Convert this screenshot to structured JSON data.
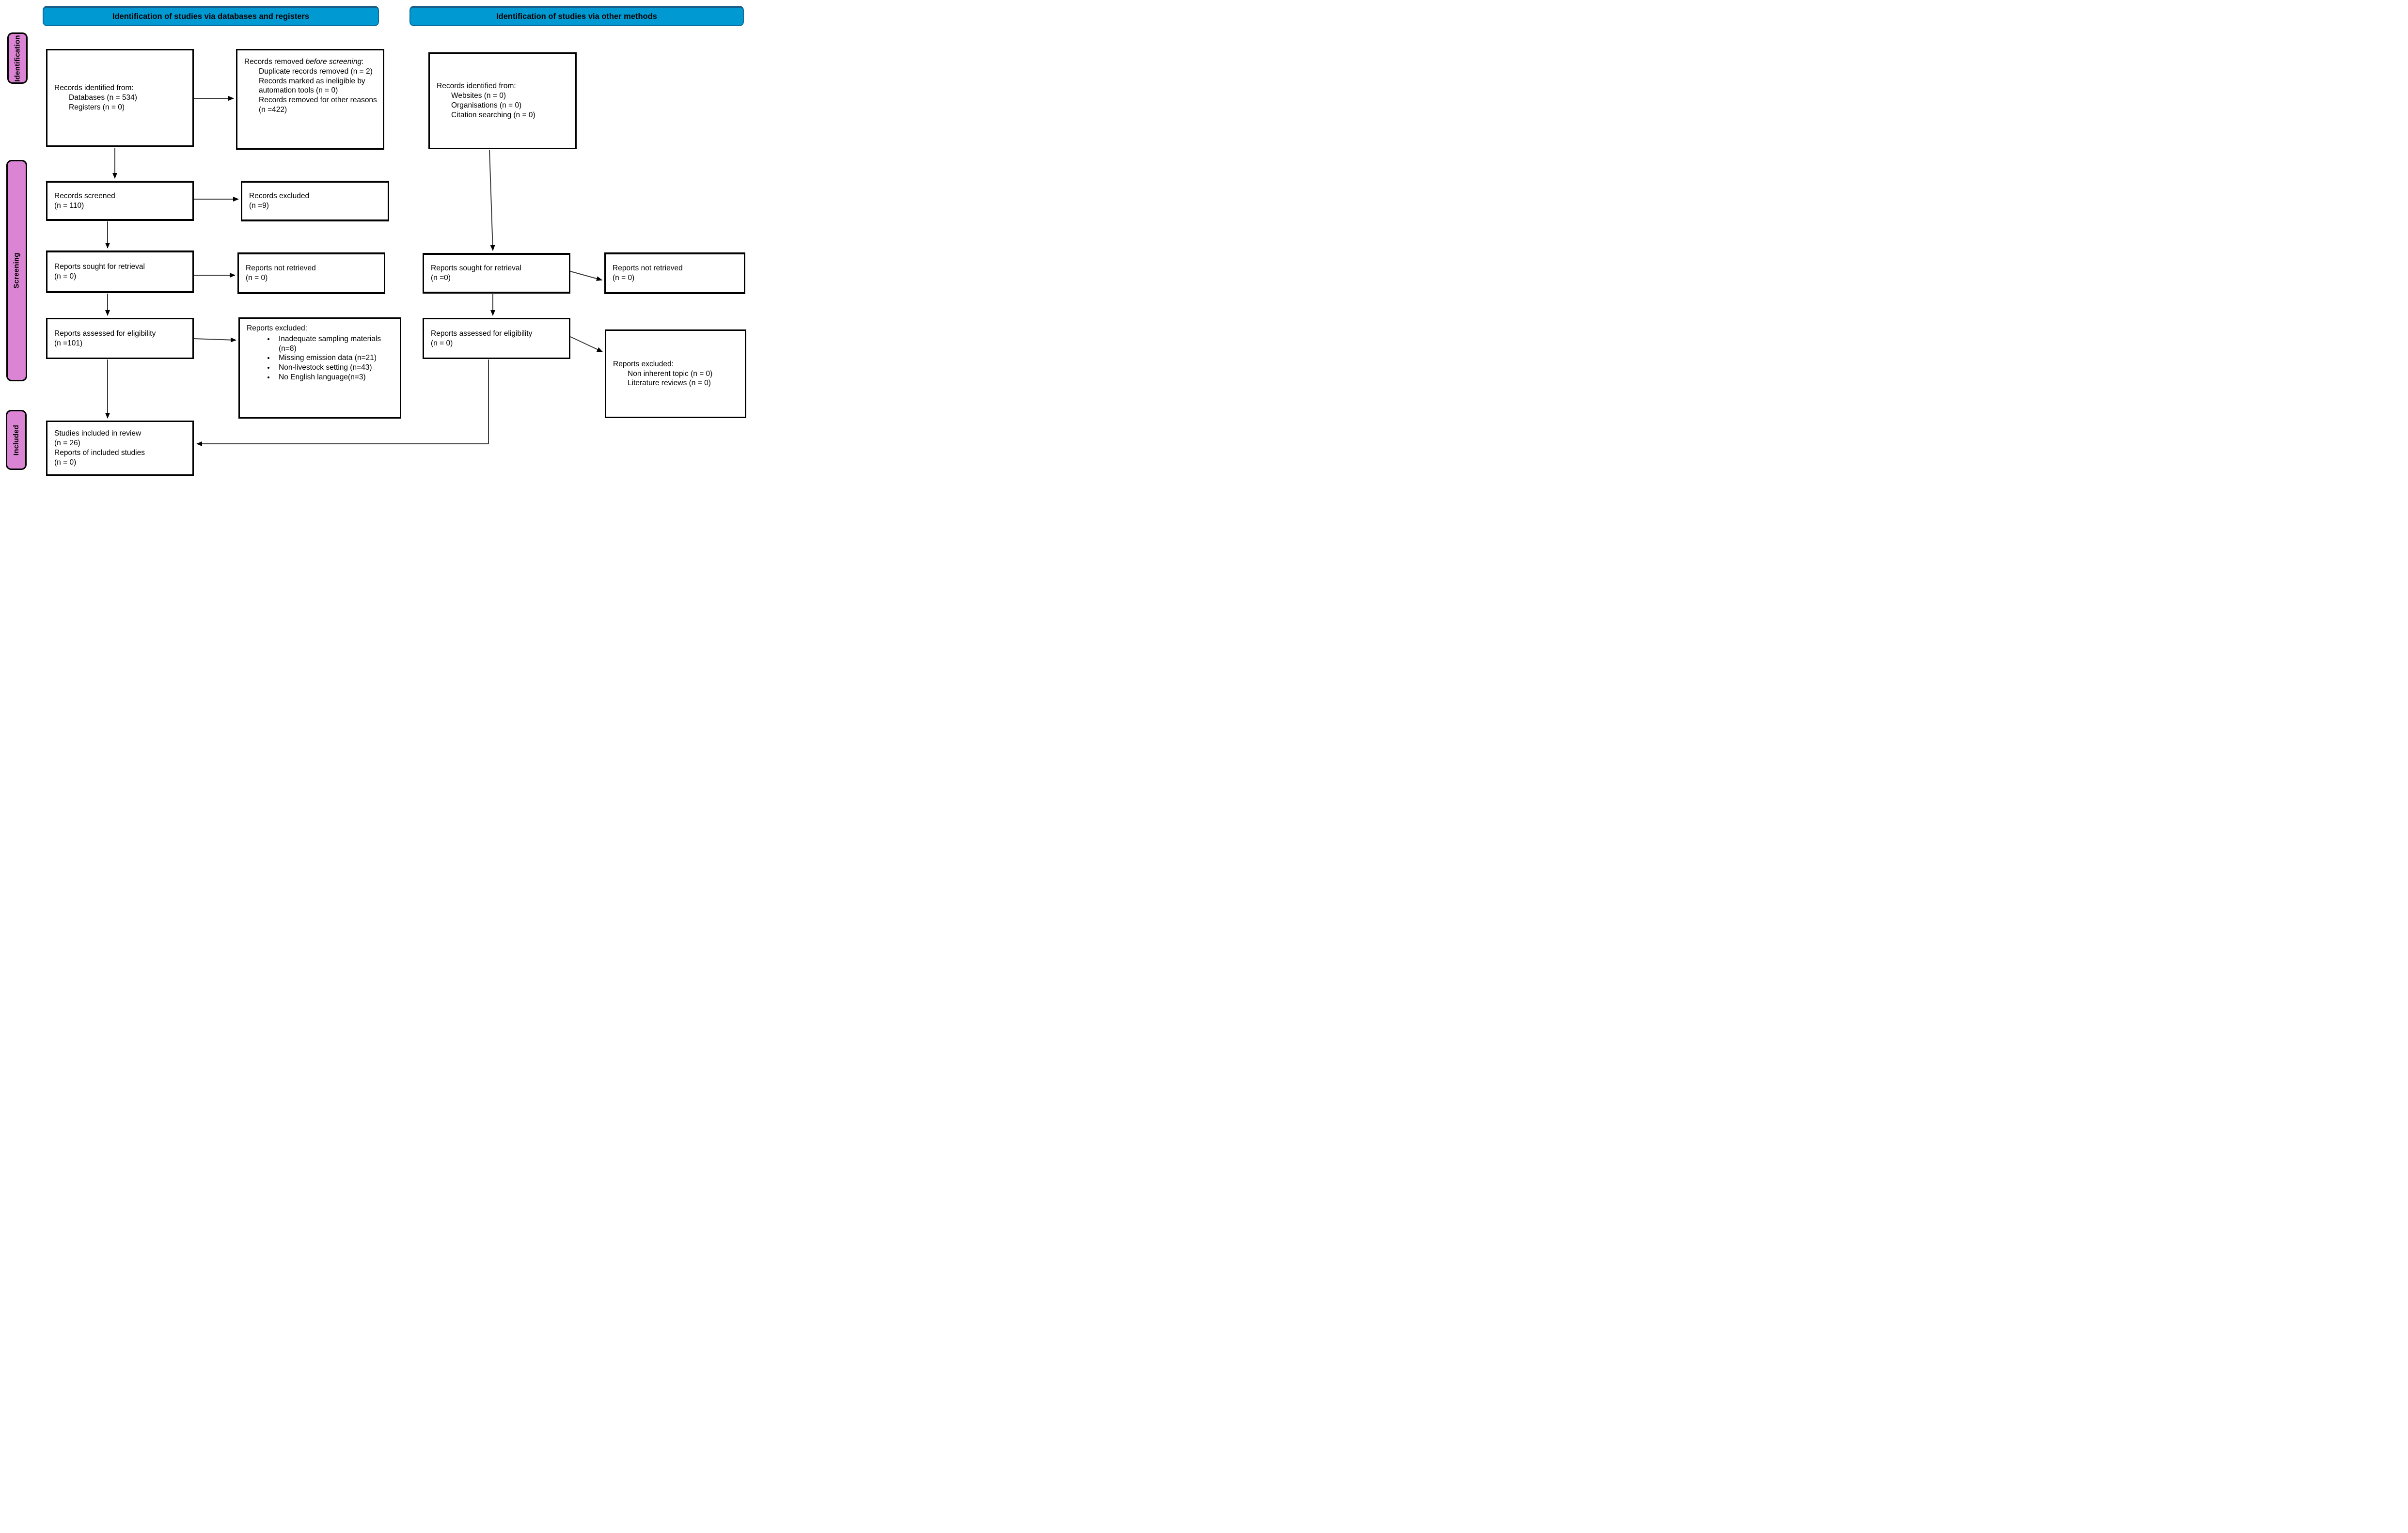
{
  "banners": {
    "left": "Identification of studies via databases and registers",
    "right": "Identification of studies via other methods"
  },
  "stages": {
    "identification": "Identification",
    "screening": "Screening",
    "included": "Included"
  },
  "colors": {
    "banner_blue": "#0099d2",
    "stage_pink": "#db84d4"
  },
  "left_column": {
    "identified": {
      "title": "Records identified from:",
      "items": [
        "Databases (n = 534)",
        "Registers (n = 0)"
      ]
    },
    "removed": {
      "prefix": "Records removed ",
      "italic": "before screening",
      "suffix": ":",
      "items": [
        "Duplicate records removed (n = 2)",
        "Records marked as ineligible by automation tools (n = 0)",
        "Records removed for other reasons (n =422)"
      ]
    },
    "screened": {
      "line1": "Records screened",
      "line2": "(n = 110)"
    },
    "records_excluded": {
      "line1": "Records excluded",
      "line2": "(n =9)"
    },
    "sought": {
      "line1": "Reports sought for retrieval",
      "line2": "(n = 0)"
    },
    "not_retrieved": {
      "line1": "Reports not retrieved",
      "line2": "(n = 0)"
    },
    "assessed": {
      "line1": "Reports assessed for eligibility",
      "line2": "(n =101)"
    },
    "reports_excluded": {
      "title": "Reports excluded:",
      "bullets": [
        "Inadequate sampling materials (n=8)",
        "Missing emission data (n=21)",
        "Non-livestock setting (n=43)",
        "No English language(n=3)"
      ]
    },
    "included": {
      "line1": "Studies included in review",
      "line2": "(n = 26)",
      "line3": "Reports of included studies",
      "line4": "(n = 0)"
    }
  },
  "right_column": {
    "identified": {
      "title": "Records identified from:",
      "items": [
        "Websites (n = 0)",
        "Organisations (n = 0)",
        "Citation searching (n = 0)"
      ]
    },
    "sought": {
      "line1": "Reports sought for retrieval",
      "line2": "(n =0)"
    },
    "not_retrieved": {
      "line1": "Reports not retrieved",
      "line2": "(n = 0)"
    },
    "assessed": {
      "line1": "Reports assessed for eligibility",
      "line2": "(n = 0)"
    },
    "reports_excluded": {
      "title": "Reports excluded:",
      "items": [
        "Non inherent topic (n = 0)",
        "Literature reviews (n = 0)"
      ]
    }
  }
}
